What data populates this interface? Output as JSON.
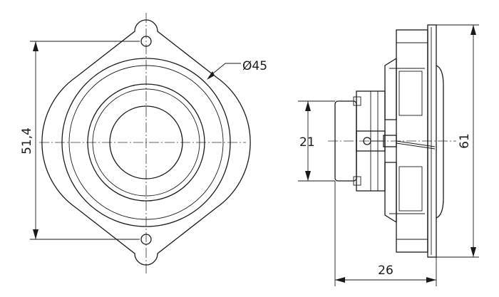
{
  "drawing": {
    "dimensions": {
      "height_front": "51,4",
      "diameter": "Ø45",
      "depth_inner": "21",
      "width_depth": "26",
      "height_side": "61"
    }
  }
}
